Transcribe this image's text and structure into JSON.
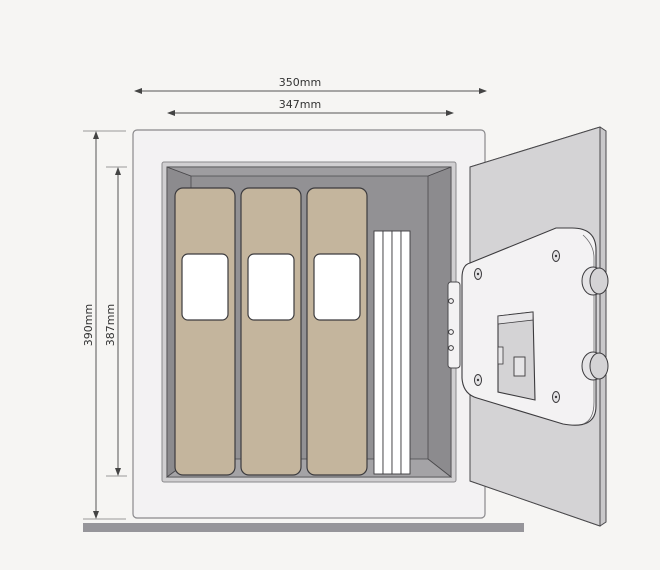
{
  "diagram": {
    "subject": "safe with open door",
    "dimensions": {
      "outer_width": "350mm",
      "inner_width": "347mm",
      "outer_height": "390mm",
      "inner_height": "387mm"
    },
    "contents": {
      "binders": 3,
      "paper_stack_sheets": 4
    },
    "colors": {
      "background": "#f6f5f3",
      "body": "#f3f2f3",
      "interior": "#969598",
      "interior_wall": "#8a898c",
      "binder": "#c4b59d",
      "binder_label": "#ffffff",
      "door_face": "#d4d3d5",
      "lock_plate": "#f3f2f3",
      "floor": "#96959a",
      "outline": "#4a494c",
      "dimension_line": "#444444"
    }
  }
}
